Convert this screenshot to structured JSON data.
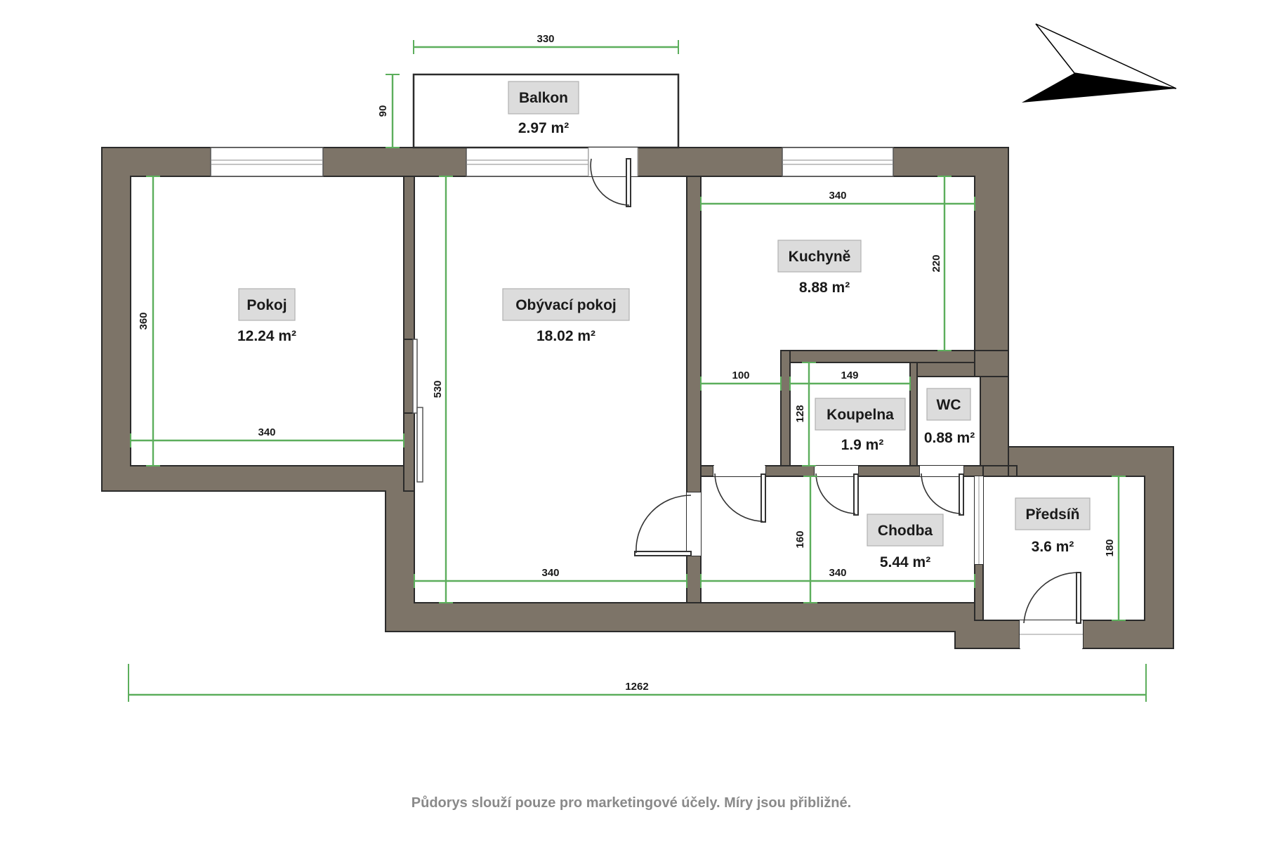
{
  "rooms": [
    {
      "id": "balkon",
      "name": "Balkon",
      "area": "2.97 m²"
    },
    {
      "id": "pokoj",
      "name": "Pokoj",
      "area": "12.24 m²"
    },
    {
      "id": "obyvaci",
      "name": "Obývací pokoj",
      "area": "18.02 m²"
    },
    {
      "id": "kuchyne",
      "name": "Kuchyně",
      "area": "8.88 m²"
    },
    {
      "id": "koupelna",
      "name": "Koupelna",
      "area": "1.9 m²"
    },
    {
      "id": "wc",
      "name": "WC",
      "area": "0.88 m²"
    },
    {
      "id": "chodba",
      "name": "Chodba",
      "area": "5.44 m²"
    },
    {
      "id": "predsin",
      "name": "Předsíň",
      "area": "3.6 m²"
    }
  ],
  "dimensions": {
    "balkon_width": "330",
    "balkon_depth": "90",
    "pokoj_height": "360",
    "pokoj_width": "340",
    "obyvaci_height": "530",
    "obyvaci_width": "340",
    "kuchyne_width": "340",
    "kuchyne_height": "220",
    "kuchyne_nook": "100",
    "koupelna_width": "149",
    "koupelna_height": "128",
    "chodba_height": "160",
    "chodba_width": "340",
    "predsin_height": "180",
    "total_width": "1262"
  },
  "footer": "Půdorys slouží pouze pro marketingové účely. Míry jsou přibližné.",
  "colors": {
    "wall": "#7d7468",
    "dimension_line": "#5cae5c",
    "label_box": "#dcdcdc",
    "footer_text": "#8a8a8a"
  },
  "compass": "north-arrow-icon"
}
